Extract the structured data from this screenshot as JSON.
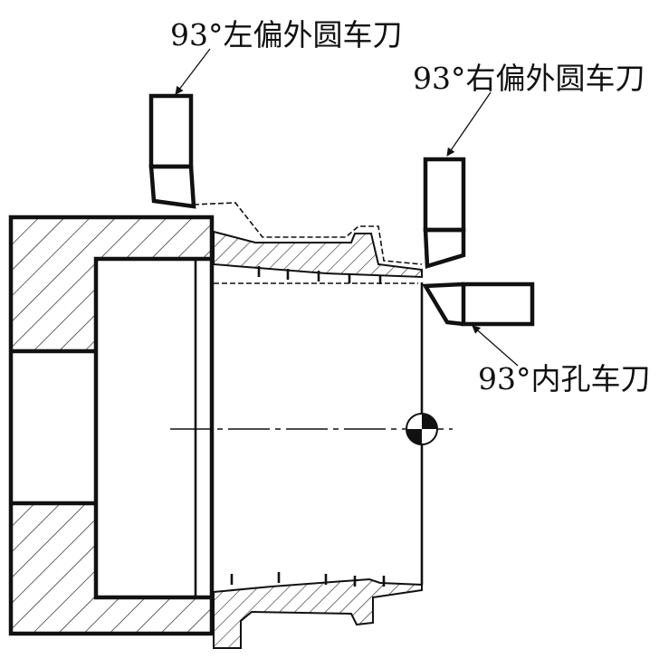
{
  "labels": {
    "left_tool": "93°左偏外圆车刀",
    "right_tool": "93°右偏外圆车刀",
    "bore_tool": "93°内孔车刀"
  },
  "colors": {
    "line": "#111111",
    "background": "#ffffff"
  }
}
